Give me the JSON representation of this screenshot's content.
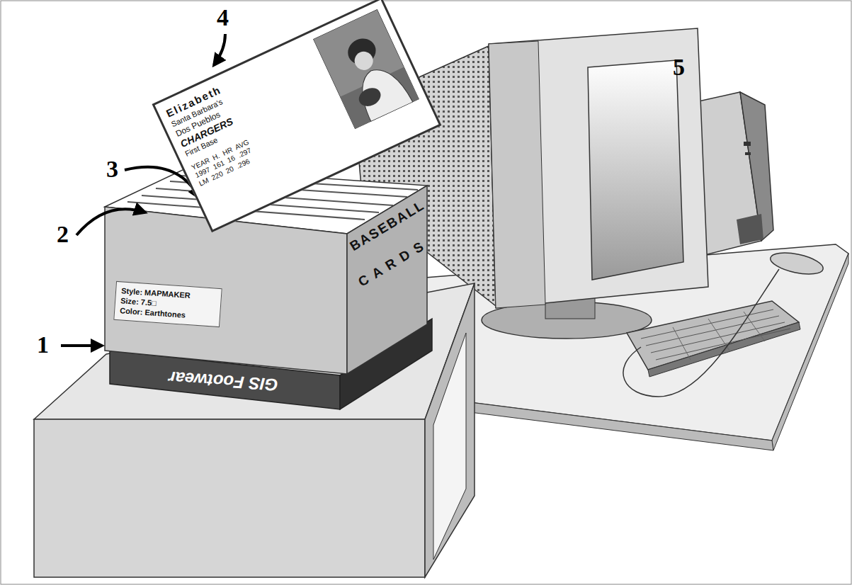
{
  "diagram": {
    "nodes": [
      {
        "text": [
          "Style: MAPMAKER",
          "Size: 7.5□",
          "Color: Earthtones"
        ]
      },
      {
        "text": [
          "Elizabeth",
          "Santa Barbara's",
          "Dos Pueblos",
          "CHARGERS",
          "First Base",
          "YEAR  H.  HR  AVG",
          "1997  161  16  .297",
          "LM  220  20  .296"
        ]
      }
    ],
    "labels": [
      "1",
      "2",
      "3",
      "4",
      "5",
      "BASEBALL",
      "C A R D S",
      "GIS Footwear"
    ]
  }
}
